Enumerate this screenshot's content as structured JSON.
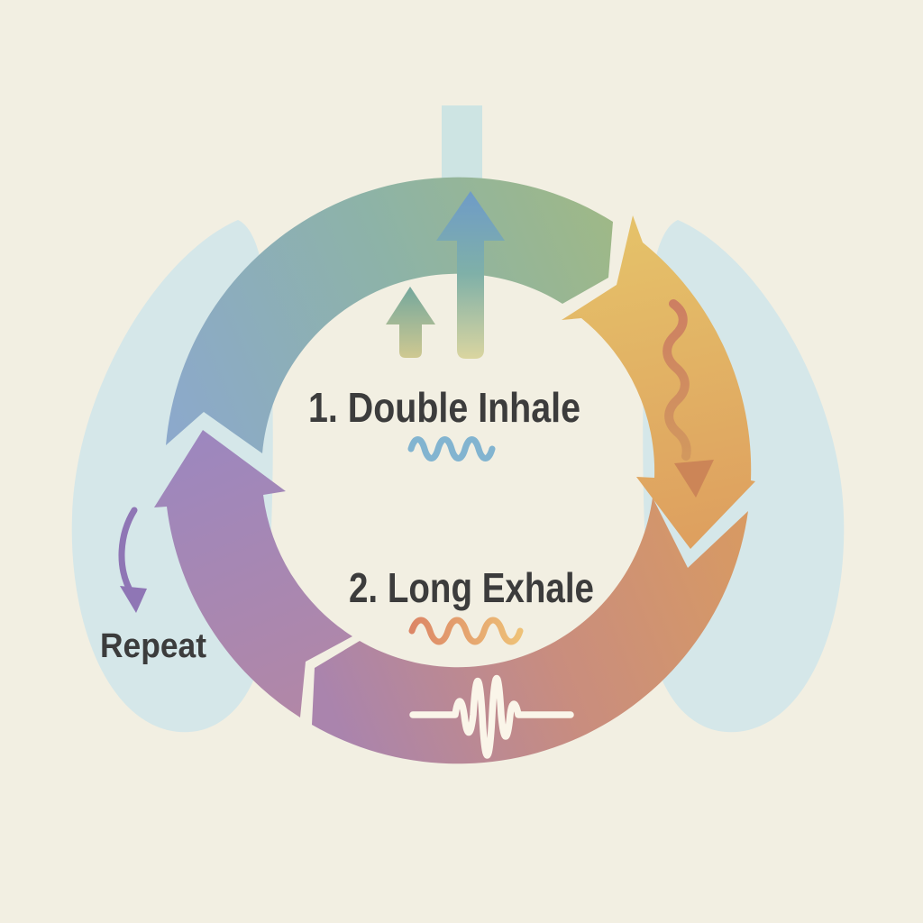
{
  "meta": {
    "description": "Cyclic sighing breathing technique diagram with gradient cycle ring over pastel lungs",
    "background": "#f2efe2"
  },
  "steps": {
    "inhale": {
      "label": "1. Double Inhale"
    },
    "exhale": {
      "label": "2. Long Exhale"
    },
    "repeat": {
      "label": "Repeat"
    }
  },
  "colors": {
    "text": "#3c3c3c",
    "lungs": "#d5e7e9",
    "trachea_bar": "#cde4e3",
    "ring_inhale": [
      "#8ca9cb",
      "#8db3a7",
      "#9eb888"
    ],
    "ring_hold": [
      "#e5c169",
      "#dea05f"
    ],
    "ring_exhale": [
      "#d89a62",
      "#c98d7e",
      "#aa84ad"
    ],
    "ring_repeat": [
      "#b287a6",
      "#9d87be"
    ],
    "big_arrow": [
      "#6f9cc7",
      "#7fb0a8",
      "#dcd6a0"
    ],
    "small_arrow": [
      "#76a89c",
      "#d0c991"
    ],
    "inhale_wave": "#82b4d0",
    "exhale_wave": [
      "#dc8666",
      "#eec177"
    ],
    "exhale_squiggle": [
      "#cd7f62",
      "#d29a5e"
    ],
    "exhale_squiggle_arrowhead": "#cc8557",
    "waveform": "#faf5e9",
    "repeat_arrow": "#8f76b5"
  }
}
